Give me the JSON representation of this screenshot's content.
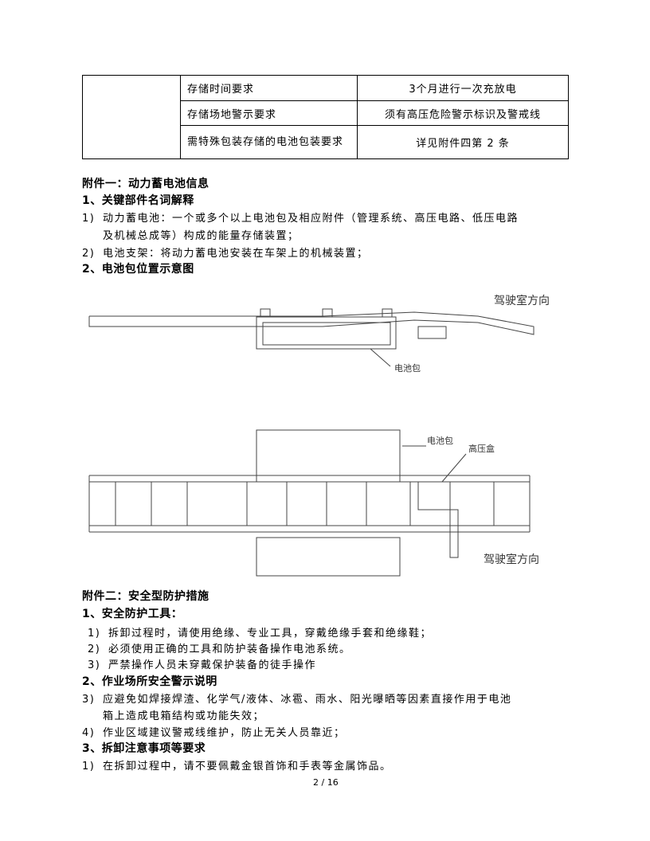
{
  "table": [
    {
      "item": "存储时间要求",
      "value": "3个月进行一次充放电"
    },
    {
      "item": "存储场地警示要求",
      "value": "须有高压危险警示标识及警戒线"
    },
    {
      "item": "需特殊包装存储的电池包装要求",
      "value": "详见附件四第 2 条"
    }
  ],
  "annex1": {
    "title": "附件一：动力蓄电池信息",
    "s1": "1、关键部件名词解释",
    "items": [
      {
        "n": "1)",
        "t": "动力蓄电池：一个或多个以上电池包及相应附件（管理系统、高压电路、低压电路",
        "t2": "及机械总成等）构成的能量存储装置；"
      },
      {
        "n": "2)",
        "t": "电池支架：将动力蓄电池安装在车架上的机械装置；"
      }
    ],
    "s2": "2、电池包位置示意图",
    "fig": {
      "cab_dir": "驾驶室方向",
      "battery": "电池包",
      "hv_box": "高压盒"
    }
  },
  "annex2": {
    "title": "附件二：安全型防护措施",
    "s1": "1、安全防护工具：",
    "s1_items": [
      {
        "n": "1)",
        "t": "拆卸过程时，请使用绝缘、专业工具，穿戴绝缘手套和绝缘鞋；"
      },
      {
        "n": "2)",
        "t": "必须使用正确的工具和防护装备操作电池系统。"
      },
      {
        "n": "3)",
        "t": "严禁操作人员未穿戴保护装备的徒手操作"
      }
    ],
    "s2": "2、作业场所安全警示说明",
    "s2_items": [
      {
        "n": "3)",
        "t": "应避免如焊接焊渣、化学气/液体、冰雹、雨水、阳光曝晒等因素直接作用于电池",
        "t2": "箱上造成电箱结构或功能失效；"
      },
      {
        "n": "4)",
        "t": "作业区域建议警戒线维护，防止无关人员靠近；"
      }
    ],
    "s3": "3、拆卸注意事项等要求",
    "s3_items": [
      {
        "n": "1)",
        "t": "在拆卸过程中，请不要佩戴金银首饰和手表等金属饰品。"
      }
    ]
  },
  "page_number": "2 / 16"
}
